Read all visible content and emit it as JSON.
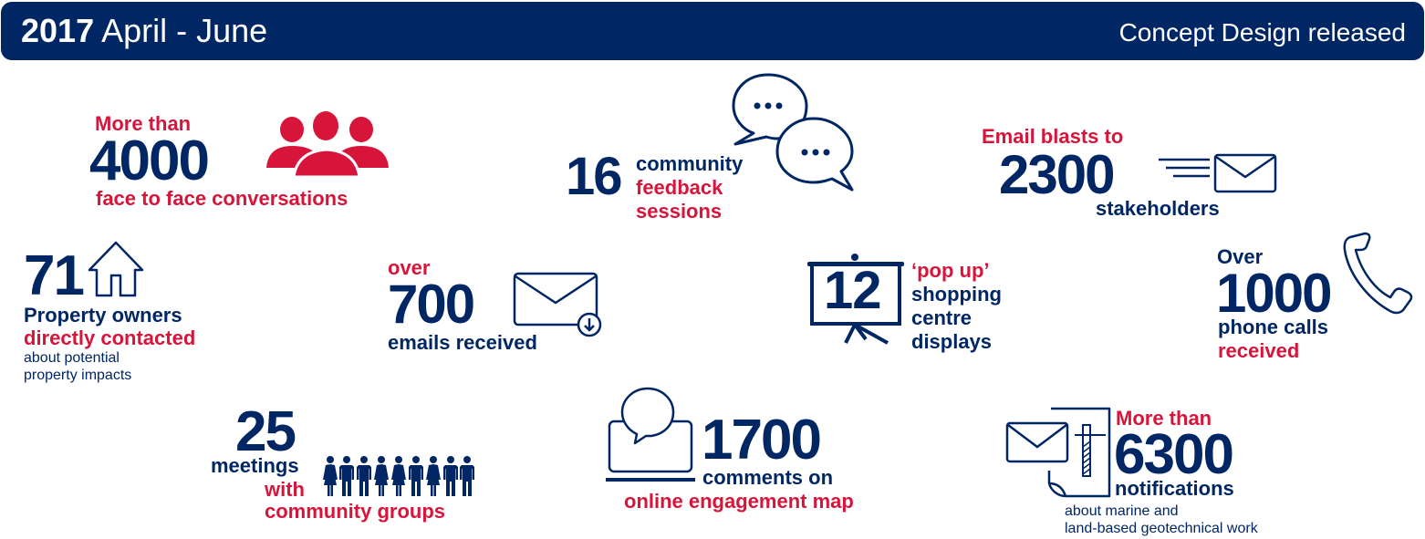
{
  "header": {
    "year": "2017",
    "period": "April - June",
    "milestone": "Concept Design released"
  },
  "colors": {
    "navy": "#002664",
    "red": "#d7153a",
    "background": "#ffffff"
  },
  "stats": {
    "face_to_face": {
      "prefix": "More than",
      "number": "4000",
      "label": "face to face conversations",
      "icon": "people-group-icon"
    },
    "feedback_sessions": {
      "number": "16",
      "line1": "community",
      "line2": "feedback",
      "line3": "sessions",
      "icon": "speech-bubbles-icon"
    },
    "email_blasts": {
      "prefix": "Email blasts to",
      "number": "2300",
      "label": "stakeholders",
      "icon": "envelope-sent-icon"
    },
    "property_owners": {
      "number": "71",
      "line1": "Property owners",
      "line2": "directly contacted",
      "line3": "about potential",
      "line4": "property impacts",
      "icon": "house-icon"
    },
    "emails_received": {
      "prefix": "over",
      "number": "700",
      "label": "emails received",
      "icon": "envelope-download-icon"
    },
    "popup_displays": {
      "number": "12",
      "line1": "‘pop up’",
      "line2": "shopping",
      "line3": "centre",
      "line4": "displays",
      "icon": "presentation-board-icon"
    },
    "phone_calls": {
      "prefix": "Over",
      "number": "1000",
      "line1": "phone calls",
      "line2": "received",
      "icon": "phone-handset-icon"
    },
    "meetings": {
      "number": "25",
      "line1": "meetings",
      "line2": "with",
      "line3": "community groups",
      "icon": "people-row-icon",
      "people": [
        "female",
        "male",
        "male",
        "female",
        "female",
        "male",
        "female",
        "male",
        "male"
      ]
    },
    "online_comments": {
      "number": "1700",
      "line1": "comments on",
      "line2": "online engagement map",
      "icon": "laptop-comment-icon"
    },
    "notifications": {
      "prefix": "More than",
      "number": "6300",
      "label": "notifications",
      "line1": "about marine and",
      "line2": "land-based geotechnical work",
      "icon": "letter-document-icon"
    }
  }
}
